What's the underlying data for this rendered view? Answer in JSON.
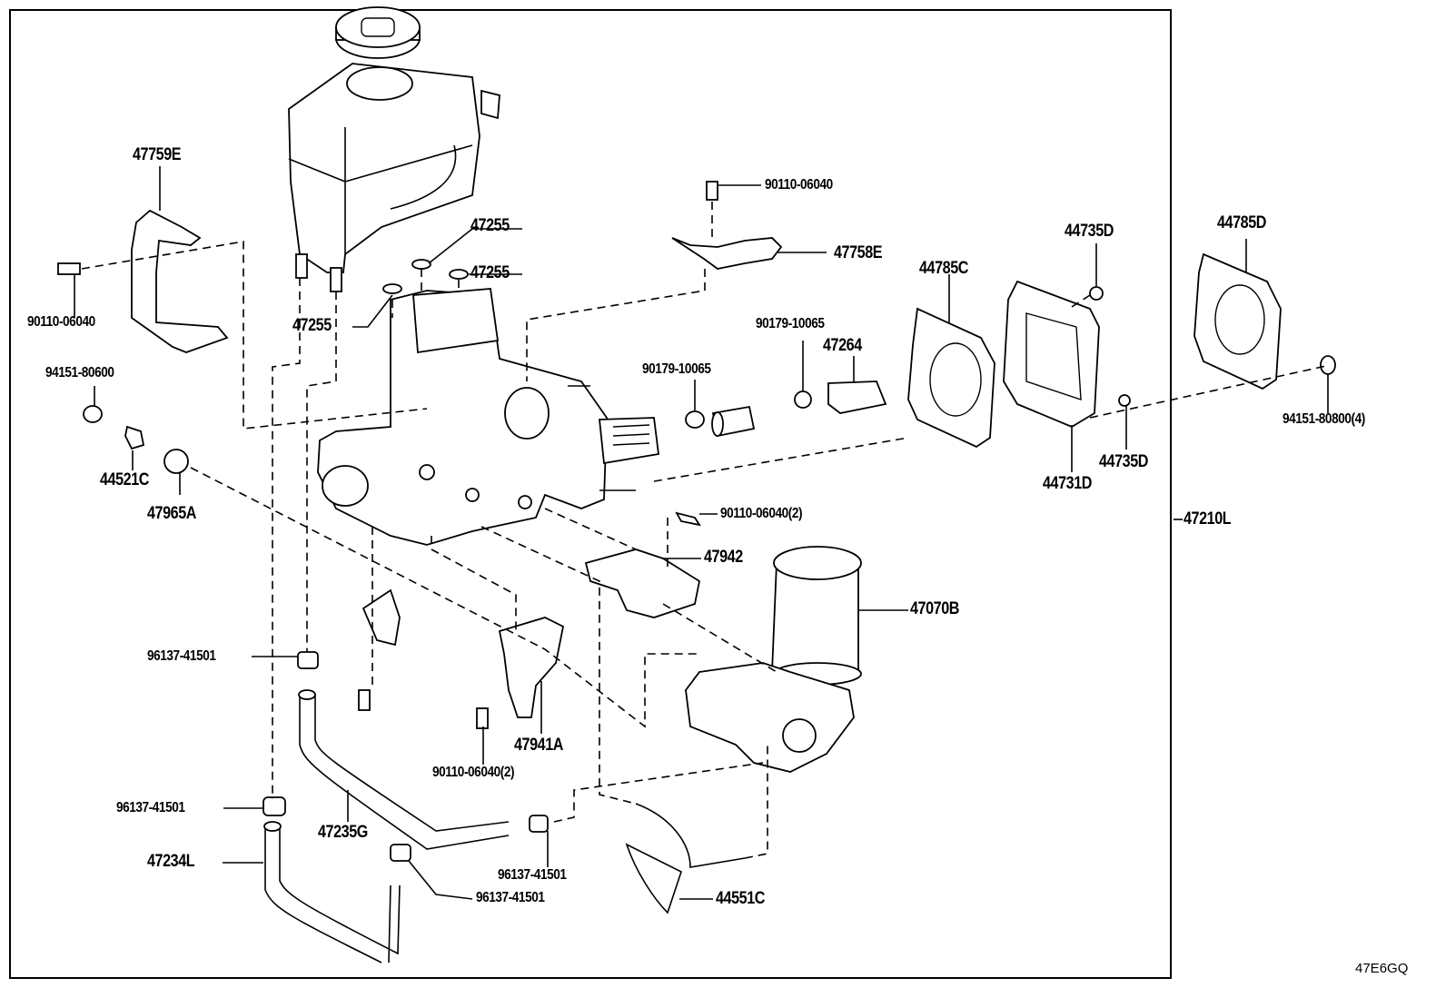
{
  "diagram": {
    "type": "exploded-parts-diagram",
    "subject": "brake master cylinder / booster pump assembly",
    "figure_code": "47E6GQ",
    "assembly_label": "47210L",
    "labels": {
      "l47759E": "47759E",
      "l90110a": "90110-06040",
      "l94151a": "94151-80600",
      "l44521C": "44521C",
      "l47965A": "47965A",
      "l47255a": "47255",
      "l47255b": "47255",
      "l47255c": "47255",
      "l90110b": "90110-06040",
      "l47758E": "47758E",
      "l90179a": "90179-10065",
      "l90179b": "90179-10065",
      "l47264": "47264",
      "l44785C": "44785C",
      "l44735Da": "44735D",
      "l44785D": "44785D",
      "l94151b": "94151-80800(4)",
      "l44735Db": "44735D",
      "l44731D": "44731D",
      "l47210L": "47210L",
      "l90110c": "90110-06040(2)",
      "l47942": "47942",
      "l47070B": "47070B",
      "l96137a": "96137-41501",
      "l90110d": "90110-06040(2)",
      "l47941A": "47941A",
      "l96137b": "96137-41501",
      "l47235G": "47235G",
      "l47234L": "47234L",
      "l96137c": "96137-41501",
      "l96137d": "96137-41501",
      "l44551C": "44551C"
    }
  }
}
